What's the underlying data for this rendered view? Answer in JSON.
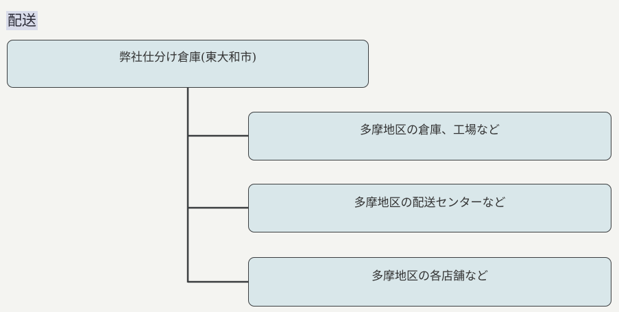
{
  "heading": "配送",
  "root": {
    "label": "弊社仕分け倉庫(東大和市)"
  },
  "destinations": [
    {
      "label": "多摩地区の倉庫、工場など"
    },
    {
      "label": "多摩地区の配送センターなど"
    },
    {
      "label": "多摩地区の各店舗など"
    }
  ]
}
